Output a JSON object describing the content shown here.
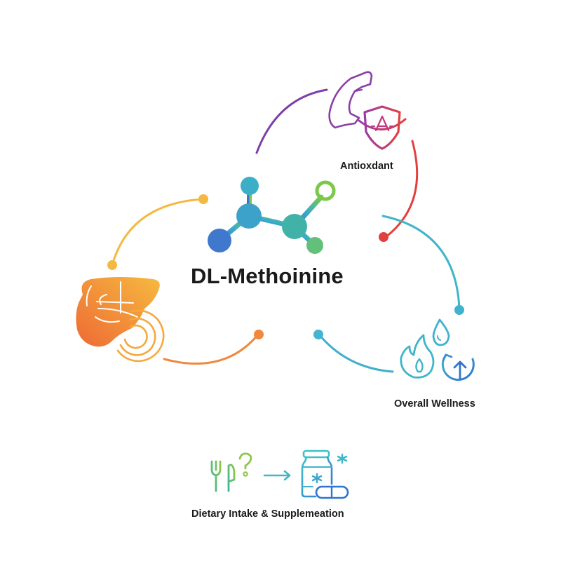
{
  "diagram": {
    "title": "DL-Methoinine",
    "center_icon": "molecule-icon",
    "nodes": [
      {
        "id": "antioxidant",
        "label": "Antioxdant",
        "icon": "flexed-arm-shield-icon"
      },
      {
        "id": "wellness",
        "label": "Overall Wellness",
        "icon": "flame-drop-cycle-icon"
      },
      {
        "id": "liver",
        "label": "",
        "icon": "liver-icon"
      }
    ],
    "footer": {
      "label": "Dietary Intake & Supplemeation",
      "icons": [
        "fork-knife-question-icon",
        "arrow-right-icon",
        "supplement-bottle-pill-icon"
      ]
    },
    "colors": {
      "purple": "#7b3fa8",
      "red": "#e2403f",
      "teal": "#3fb6c9",
      "blue": "#3a7bd5",
      "green": "#7cc84a",
      "yellow": "#f5b942",
      "orange": "#f0883e",
      "text": "#1a1a1a"
    }
  }
}
